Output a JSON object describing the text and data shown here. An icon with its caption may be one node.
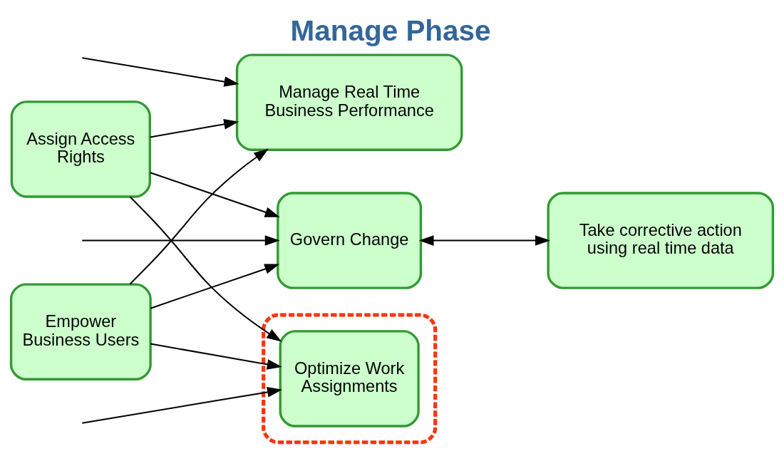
{
  "diagram": {
    "title": "Manage Phase",
    "nodes": [
      {
        "text": [
          "Empower Business Users"
        ]
      },
      {
        "text": [
          "Assign Access Rights"
        ]
      },
      {
        "text": [
          "Manage Real Time Business Performance"
        ]
      },
      {
        "text": [],
        "shape": "box"
      },
      {
        "text": [
          "Optimize Work Assignments"
        ],
        "in": 3
      },
      {
        "text": [
          "Govern Change"
        ]
      },
      {
        "text": [
          "Take corrective action using real time data"
        ]
      }
    ],
    "edges": [
      {
        "from": 0,
        "to": 2,
        "arrow": "to"
      },
      {
        "from": 0,
        "to": 4,
        "arrow": "to"
      },
      {
        "from": 0,
        "to": 5,
        "arrow": "to"
      },
      {
        "from": 1,
        "to": 2,
        "arrow": "to"
      },
      {
        "from": 1,
        "to": 4,
        "arrow": "to"
      },
      {
        "from": 1,
        "to": 5,
        "arrow": "to"
      },
      {
        "from": null,
        "to": 2,
        "arrow": "to"
      },
      {
        "from": null,
        "to": 4,
        "arrow": "to"
      },
      {
        "from": null,
        "to": 5,
        "arrow": "to"
      },
      {
        "from": 5,
        "to": 6,
        "arrow": "both"
      }
    ]
  }
}
